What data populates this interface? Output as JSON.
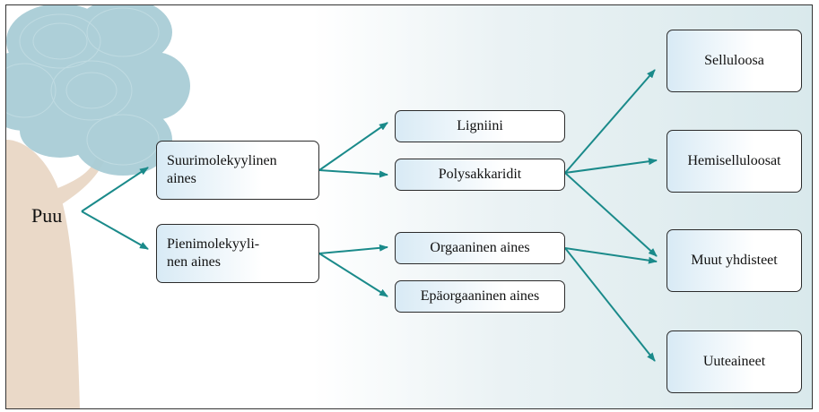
{
  "diagram": {
    "root": "Puu",
    "level1": [
      {
        "id": "suuri",
        "label": "Suurimolekyylinen\naines"
      },
      {
        "id": "pieni",
        "label": "Pienimolekyyli-\nnen aines"
      }
    ],
    "level2": [
      {
        "id": "lig",
        "label": "Ligniini"
      },
      {
        "id": "poly",
        "label": "Polysakkaridit"
      },
      {
        "id": "org",
        "label": "Orgaaninen aines"
      },
      {
        "id": "epa",
        "label": "Epäorgaaninen aines"
      }
    ],
    "level3": [
      {
        "id": "sell",
        "label": "Selluloosa"
      },
      {
        "id": "hemi",
        "label": "Hemiselluloosat"
      },
      {
        "id": "muut",
        "label": "Muut yhdisteet"
      },
      {
        "id": "uute",
        "label": "Uuteaineet"
      }
    ]
  },
  "colors": {
    "arrow": "#1a8a8a",
    "tree_foliage": "#a9cdd6",
    "tree_trunk": "#ead9c8"
  }
}
